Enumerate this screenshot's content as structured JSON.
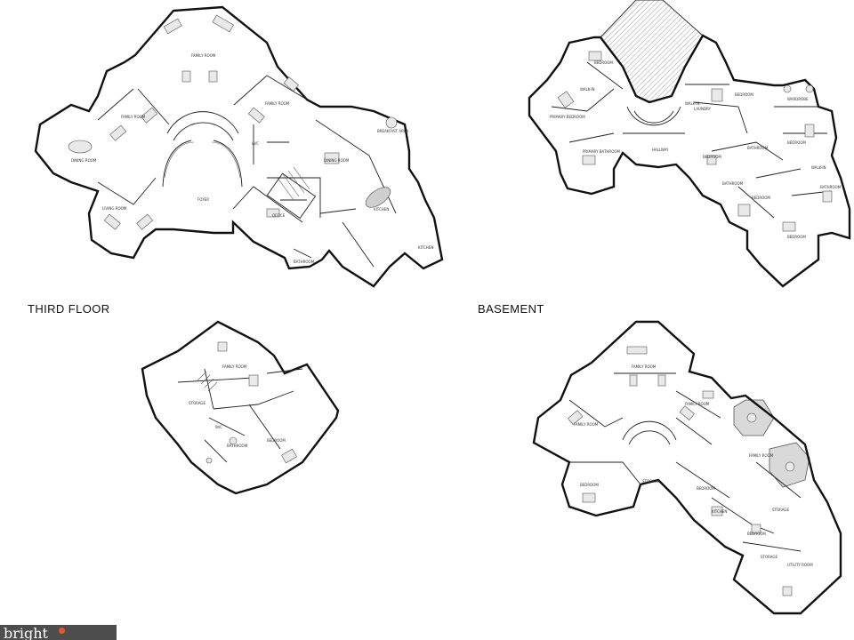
{
  "floor_titles": {
    "third": "THIRD FLOOR",
    "basement": "BASEMENT"
  },
  "logo": {
    "text": "bright",
    "accent_color": "#e4572e"
  },
  "plans": {
    "main_floor": {
      "rooms": [
        "FAMILY ROOM",
        "FAMILY ROOM",
        "FAMILY ROOM",
        "DINING ROOM",
        "LIVING ROOM",
        "FOYER",
        "W/C",
        "DINING ROOM",
        "BREAKFAST AREA",
        "KITCHEN",
        "OFFICE",
        "BATHROOM",
        "KITCHEN"
      ]
    },
    "second_floor": {
      "rooms": [
        "BEDROOM",
        "WALK-IN",
        "PRIMARY BEDROOM",
        "PRIMARY BATHROOM",
        "HALLWAY",
        "WALK-IN",
        "LAUNDRY",
        "BEDROOM",
        "WARDROBE",
        "BEDROOM",
        "BATHROOM",
        "BEDROOM",
        "WALK-IN",
        "BATHROOM",
        "BEDROOM",
        "BEDROOM",
        "BATHROOM"
      ]
    },
    "third_floor": {
      "rooms": [
        "FAMILY ROOM",
        "STORAGE",
        "W/C",
        "BATHROOM",
        "BEDROOM"
      ]
    },
    "basement": {
      "rooms": [
        "FAMILY ROOM",
        "FAMILY ROOM",
        "FAMILY ROOM",
        "FAMILY ROOM",
        "BEDROOM",
        "STORAGE",
        "BEDROOM",
        "KITCHEN",
        "BEDROOM",
        "STORAGE",
        "STORAGE",
        "UTILITY ROOM"
      ]
    }
  }
}
